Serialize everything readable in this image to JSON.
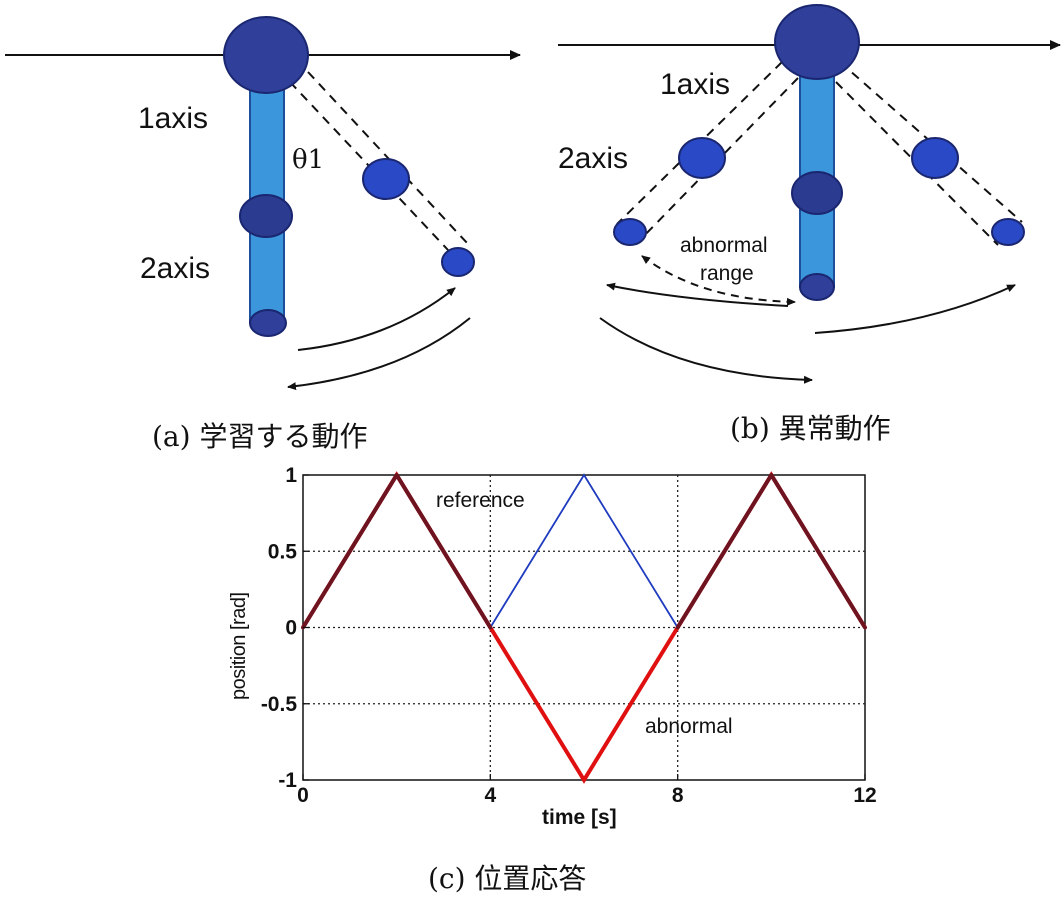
{
  "panel_a": {
    "label_1axis": "1axis",
    "label_2axis": "2axis",
    "label_theta": "θ1",
    "caption": "(a) 学習する動作"
  },
  "panel_b": {
    "label_1axis": "1axis",
    "label_2axis": "2axis",
    "label_abnormal": "abnormal",
    "label_range": "range",
    "caption": "(b) 異常動作"
  },
  "panel_c": {
    "caption": "(c) 位置応答"
  },
  "colors": {
    "joint": "#2f3f9a",
    "link": "#2f8ad8",
    "reference": "#1f3bbf",
    "abnormal": "#e01010",
    "overlap": "#6e1420"
  },
  "chart_data": {
    "type": "line",
    "title": "",
    "xlabel": "time [s]",
    "ylabel": "position [rad]",
    "xlim": [
      0,
      12
    ],
    "ylim": [
      -1,
      1
    ],
    "xticks": [
      0,
      4,
      8,
      12
    ],
    "yticks": [
      1,
      0.5,
      0,
      -0.5,
      -1
    ],
    "grid": true,
    "series": [
      {
        "name": "reference",
        "x": [
          0,
          2,
          4,
          6,
          8,
          10,
          12
        ],
        "y": [
          0,
          1,
          0,
          1,
          0,
          1,
          0
        ]
      },
      {
        "name": "abnormal",
        "x": [
          0,
          2,
          4,
          6,
          8,
          10,
          12
        ],
        "y": [
          0,
          1,
          0,
          -1,
          0,
          1,
          0
        ]
      }
    ]
  }
}
